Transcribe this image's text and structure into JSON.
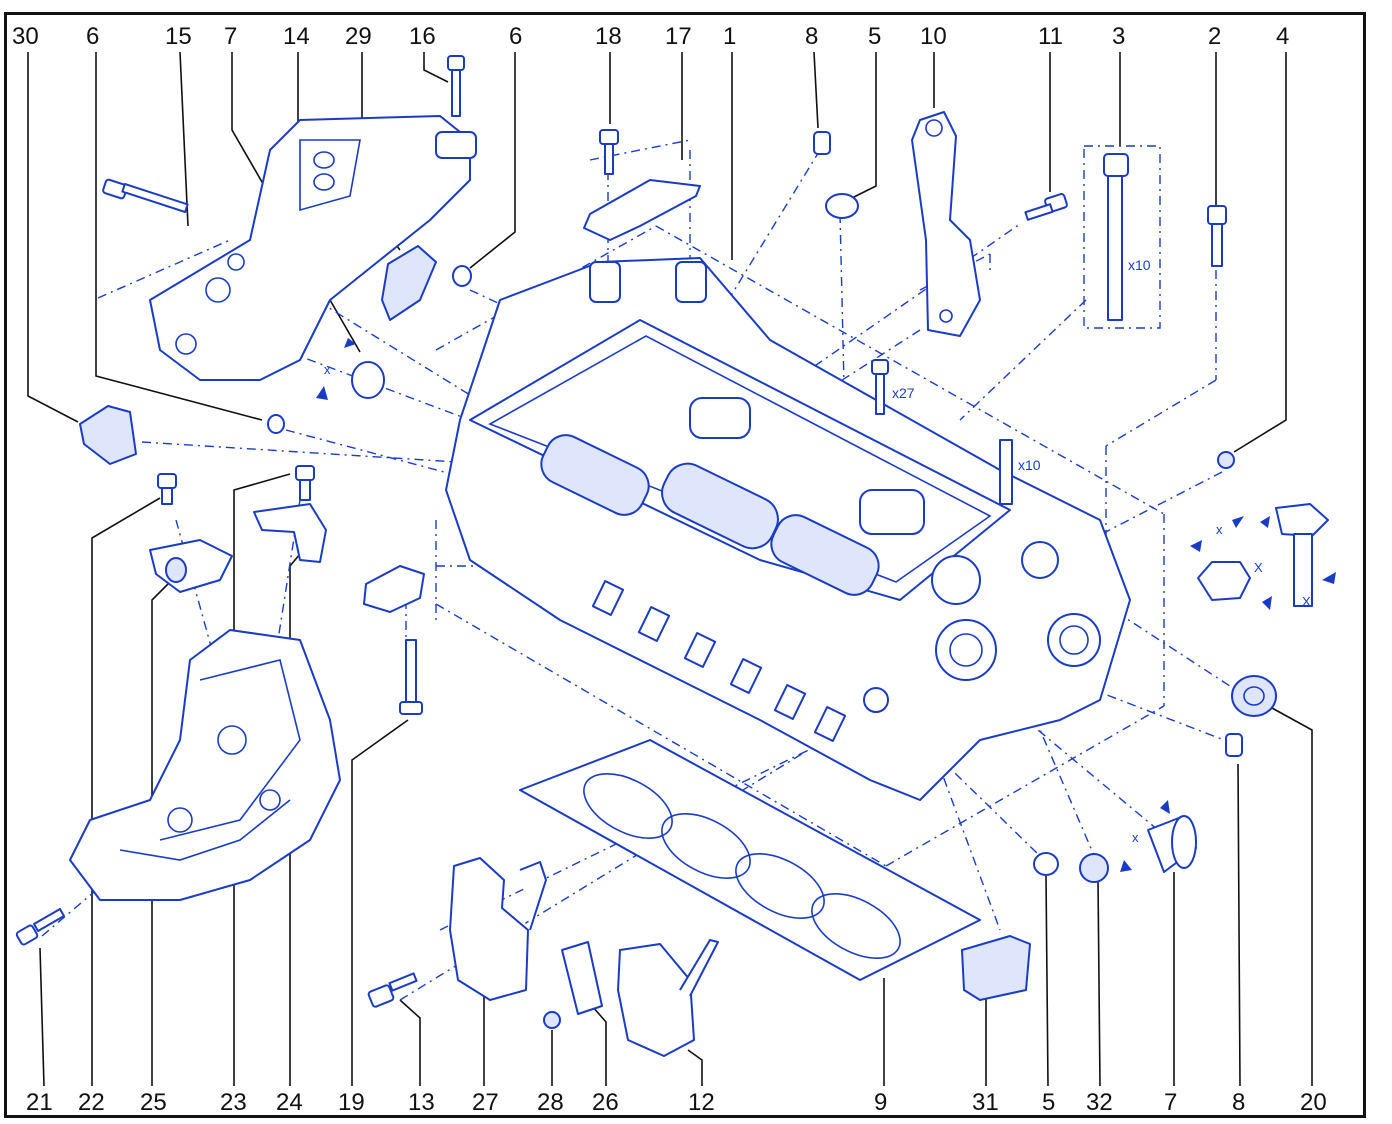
{
  "callouts_top": [
    "30",
    "6",
    "15",
    "7",
    "14",
    "29",
    "16",
    "6",
    "18",
    "17",
    "1",
    "8",
    "5",
    "10",
    "11",
    "3",
    "2",
    "4"
  ],
  "callouts_bottom": [
    "21",
    "22",
    "25",
    "23",
    "24",
    "19",
    "13",
    "27",
    "28",
    "26",
    "12",
    "9",
    "31",
    "5",
    "32",
    "7",
    "8",
    "20"
  ],
  "multipliers": {
    "bolts_3": "x10",
    "bolts_27": "x27",
    "studs": "x10"
  },
  "dimension_marks": [
    "x",
    "x",
    "X",
    "x",
    "X",
    "x"
  ],
  "colors": {
    "line": "#1a3cc4",
    "text": "#111111",
    "frame": "#111111",
    "background": "#ffffff"
  }
}
